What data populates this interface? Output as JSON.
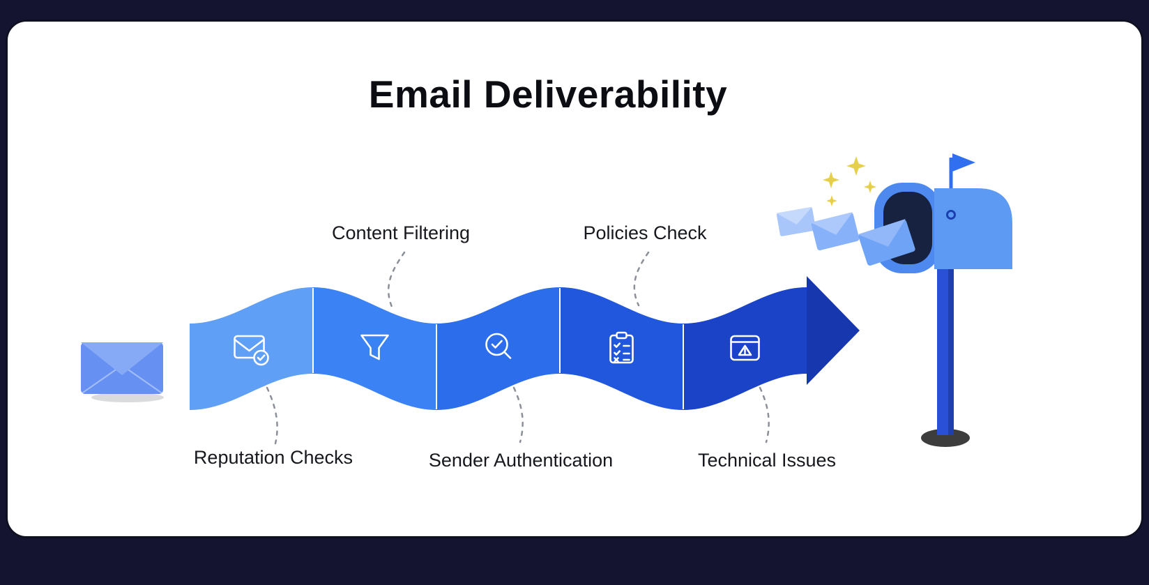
{
  "title": "Email Deliverability",
  "stages": [
    {
      "id": 1,
      "label": "Reputation Checks",
      "icon": "envelope-check-icon",
      "color": "#5f9ff6",
      "label_position": "below"
    },
    {
      "id": 2,
      "label": "Content Filtering",
      "icon": "funnel-icon",
      "color": "#3b83f4",
      "label_position": "above"
    },
    {
      "id": 3,
      "label": "Sender Authentication",
      "icon": "search-check-icon",
      "color": "#2b6deb",
      "label_position": "below"
    },
    {
      "id": 4,
      "label": "Policies Check",
      "icon": "clipboard-checklist-icon",
      "color": "#2057dd",
      "label_position": "above"
    },
    {
      "id": 5,
      "label": "Technical Issues",
      "icon": "browser-warning-icon",
      "color": "#1a43c8",
      "label_position": "below"
    }
  ],
  "arrow": {
    "color": "#1737ae"
  },
  "scene": {
    "start_icon": "envelope-icon",
    "end_icon": "mailbox-icon",
    "sparkle_icon": "sparkle-icon",
    "colors": {
      "background": "#141430",
      "card": "#ffffff",
      "envelope_body": "#6691f2",
      "envelope_flap": "#86aaf6",
      "flying_envelope_1": "#a9c6fa",
      "flying_envelope_2": "#87b1f8",
      "flying_envelope_3": "#6ea3f6",
      "mailbox_body": "#5c9af3",
      "mailbox_lid": "#4d89ef",
      "mailbox_opening": "#16223f",
      "mailbox_post": "#2b50d8",
      "flag": "#2f6ff0",
      "sparkle": "#e5cf4b",
      "connector": "#8a8f98"
    }
  }
}
